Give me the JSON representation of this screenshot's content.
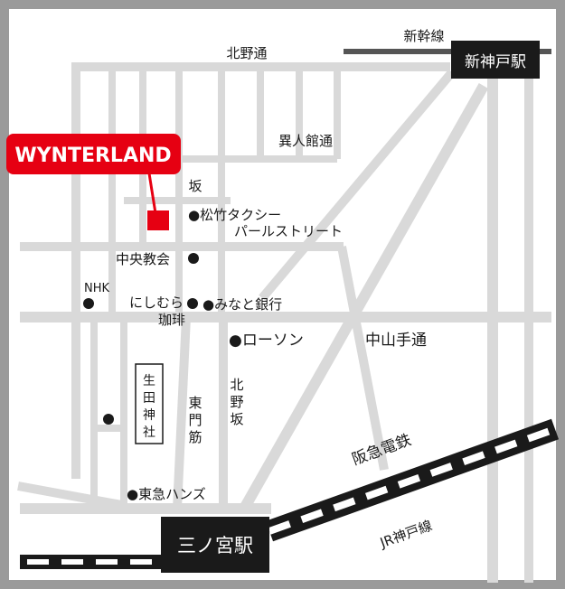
{
  "brand": {
    "name": "WYNTERLAND",
    "color": "#e60012"
  },
  "colors": {
    "frame": "#9a9a9a",
    "street": "#d9d9d9",
    "rail": "#1a1a1a",
    "station_box": "#1a1a1a",
    "shinkansen": "#555555"
  },
  "streets": {
    "kitano_dori": "北野通",
    "ijinkan_dori": "異人館通",
    "pearl_street": "パールストリート",
    "nakayamate_dori": "中山手通",
    "kitanozaka": [
      "北",
      "野",
      "坂"
    ],
    "higashimon_suji": [
      "東",
      "門",
      "筋"
    ],
    "saka": "坂"
  },
  "railways": {
    "shinkansen": "新幹線",
    "hankyu": "阪急電鉄",
    "jr_kobe": "JR神戸線"
  },
  "stations": {
    "shin_kobe": "新神戸駅",
    "sannomiya": "三ノ宮駅"
  },
  "landmarks": {
    "shochiku_taxi": "●松竹タクシー",
    "chuo_kyokai": "中央教会",
    "nhk": "NHK",
    "nishimura_coffee_1": "にしむら",
    "nishimura_coffee_2": "珈琲",
    "minato_bank": "●みなと銀行",
    "lawson": "●ローソン",
    "ikuta_jinja": [
      "生",
      "田",
      "神",
      "社"
    ],
    "tokyu_hands": "●東急ハンズ"
  },
  "icons": {
    "poi": "dot-icon",
    "destination": "square-marker-icon"
  }
}
